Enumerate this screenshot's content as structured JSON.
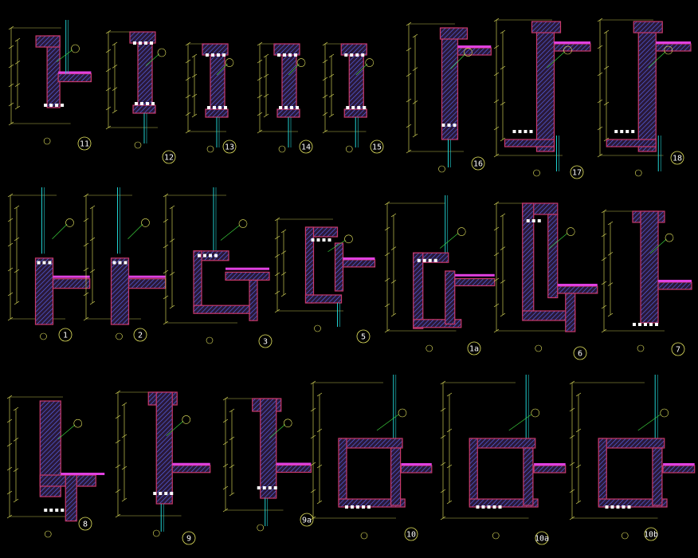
{
  "colors": {
    "background": "#000000",
    "concrete": "#c8386a",
    "hatch": "#5a6cff",
    "finish": "#e040e0",
    "dimension": "#e8e860",
    "glazing": "#20d0d0",
    "leader": "#40e040",
    "text": "#ffffff"
  },
  "details": [
    {
      "label": "11",
      "kind": "parapet"
    },
    {
      "label": "12",
      "kind": "column"
    },
    {
      "label": "13",
      "kind": "column"
    },
    {
      "label": "14",
      "kind": "column"
    },
    {
      "label": "15",
      "kind": "column"
    },
    {
      "label": "16",
      "kind": "tall"
    },
    {
      "label": "17",
      "kind": "tall-slab"
    },
    {
      "label": "18",
      "kind": "tall-slab"
    },
    {
      "label": "1",
      "kind": "wall-slab"
    },
    {
      "label": "2",
      "kind": "wall-slab"
    },
    {
      "label": "3",
      "kind": "box"
    },
    {
      "label": "5",
      "kind": "bracket"
    },
    {
      "label": "1a",
      "kind": "column-slab"
    },
    {
      "label": "6",
      "kind": "tower-box"
    },
    {
      "label": "7",
      "kind": "tower"
    },
    {
      "label": "8",
      "kind": "tower-foot"
    },
    {
      "label": "9",
      "kind": "tower-slab"
    },
    {
      "label": "9a",
      "kind": "tower-slab"
    },
    {
      "label": "10",
      "kind": "frame"
    },
    {
      "label": "10a",
      "kind": "frame"
    },
    {
      "label": "10b",
      "kind": "frame"
    }
  ]
}
